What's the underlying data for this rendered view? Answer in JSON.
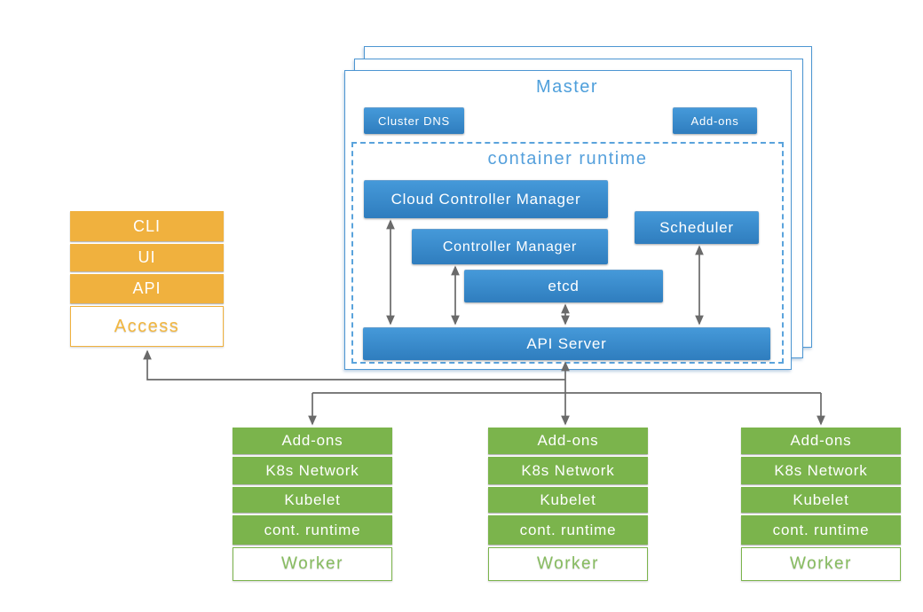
{
  "access": {
    "layers": [
      "CLI",
      "UI",
      "API"
    ],
    "base": "Access"
  },
  "master": {
    "title": "Master",
    "cluster_dns": "Cluster DNS",
    "addons": "Add-ons",
    "container_runtime_title": "container runtime",
    "components": {
      "cloud_controller_manager": "Cloud Controller Manager",
      "controller_manager": "Controller Manager",
      "scheduler": "Scheduler",
      "etcd": "etcd",
      "api_server": "API Server"
    }
  },
  "workers": [
    {
      "layers": [
        "Add-ons",
        "K8s Network",
        "Kubelet",
        "cont. runtime"
      ],
      "base": "Worker"
    },
    {
      "layers": [
        "Add-ons",
        "K8s Network",
        "Kubelet",
        "cont. runtime"
      ],
      "base": "Worker"
    },
    {
      "layers": [
        "Add-ons",
        "K8s Network",
        "Kubelet",
        "cont. runtime"
      ],
      "base": "Worker"
    }
  ],
  "colors": {
    "component_blue_top": "#4599D9",
    "component_blue_bottom": "#2F7DBE",
    "master_border_blue": "#4D96D2",
    "label_blue": "#4E9FDB",
    "access_orange": "#F0B13E",
    "worker_green": "#7BB44C",
    "arrow_gray": "#6A6A6A"
  }
}
